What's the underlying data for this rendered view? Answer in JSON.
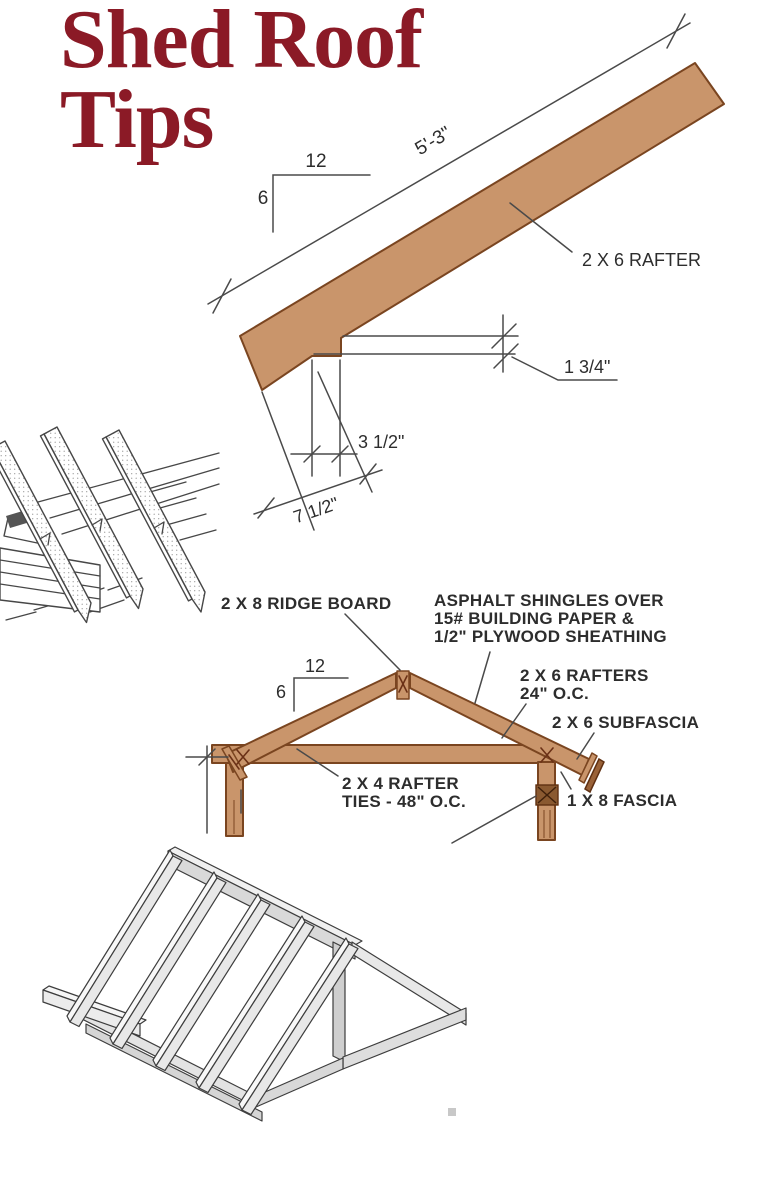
{
  "title": {
    "line1": "Shed Roof",
    "line2": "Tips"
  },
  "colors": {
    "title_red": "#8b1a26",
    "wood_fill": "#c9956b",
    "wood_edge": "#7a4520",
    "fascia_dark": "#9a6238",
    "dimension_line": "#4a4a4a",
    "label_text": "#2d2d2d"
  },
  "rafter_detail": {
    "run": "12",
    "rise": "6",
    "length_dim": "5'-3\"",
    "part_label": "2 X 6 RAFTER",
    "heel_dim": "1 3/4\"",
    "seat_dim": "3 1/2\"",
    "plumb_dim": "7 1/2\""
  },
  "gable_section": {
    "run": "12",
    "rise": "6",
    "ridge_label": "2 X 8 RIDGE BOARD",
    "sheathing_line1": "ASPHALT SHINGLES OVER",
    "sheathing_line2": "15# BUILDING PAPER &",
    "sheathing_line3": "1/2\" PLYWOOD SHEATHING",
    "rafters_line1": "2 X 6 RAFTERS",
    "rafters_line2": "24\" O.C.",
    "subfascia_label": "2 X 6 SUBFASCIA",
    "ties_line1": "2 X 4 RAFTER",
    "ties_line2": "TIES - 48\" O.C.",
    "fascia_label": "1 X 8 FASCIA"
  }
}
